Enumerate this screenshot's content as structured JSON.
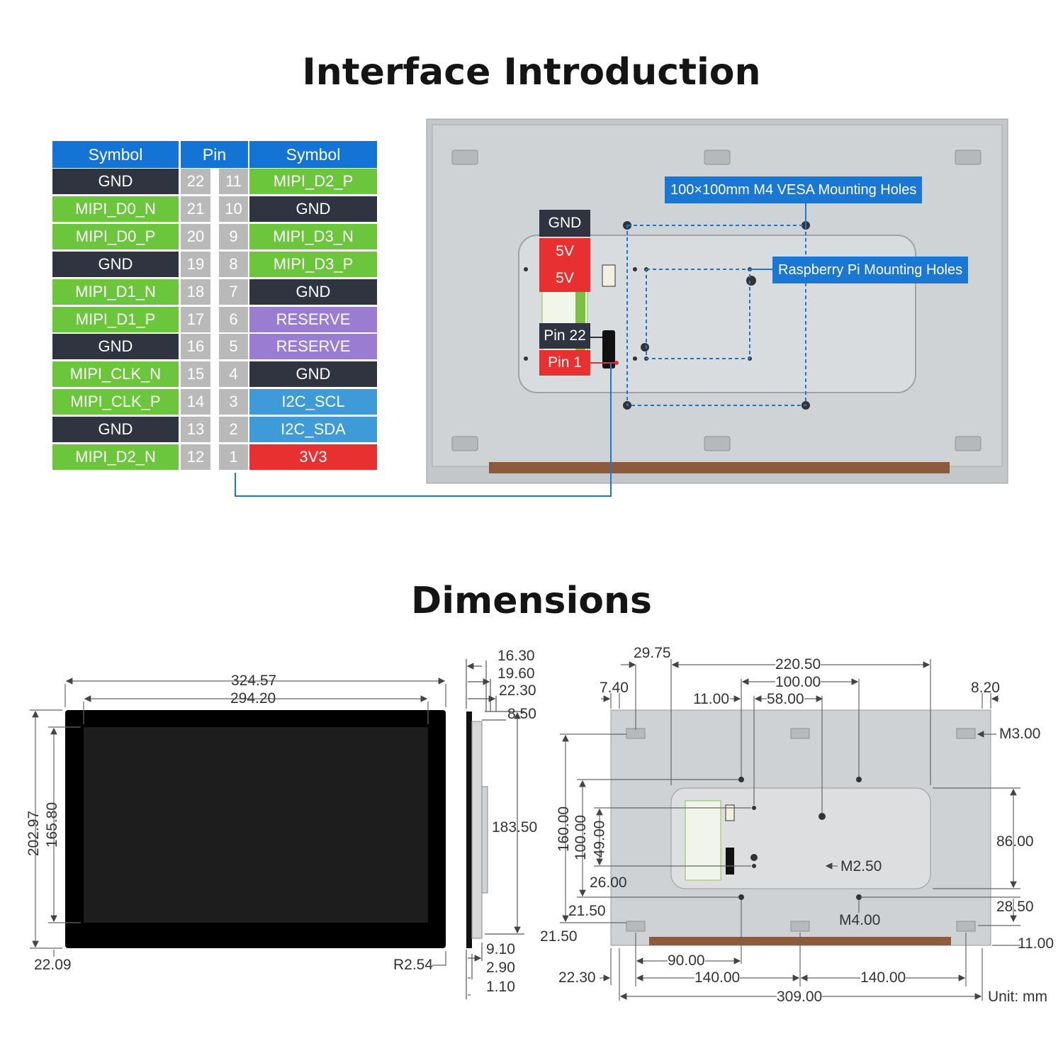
{
  "titles": {
    "interface": "Interface Introduction",
    "dimensions": "Dimensions"
  },
  "pin_table": {
    "headers": [
      "Symbol",
      "Pin",
      "Symbol"
    ],
    "rows": [
      {
        "left": "GND",
        "lpin": "22",
        "rpin": "11",
        "right": "MIPI_D2_P",
        "lc": "gnd",
        "rc": "mipi"
      },
      {
        "left": "MIPI_D0_N",
        "lpin": "21",
        "rpin": "10",
        "right": "GND",
        "lc": "mipi",
        "rc": "gnd"
      },
      {
        "left": "MIPI_D0_P",
        "lpin": "20",
        "rpin": "9",
        "right": "MIPI_D3_N",
        "lc": "mipi",
        "rc": "mipi"
      },
      {
        "left": "GND",
        "lpin": "19",
        "rpin": "8",
        "right": "MIPI_D3_P",
        "lc": "gnd",
        "rc": "mipi"
      },
      {
        "left": "MIPI_D1_N",
        "lpin": "18",
        "rpin": "7",
        "right": "GND",
        "lc": "mipi",
        "rc": "gnd"
      },
      {
        "left": "MIPI_D1_P",
        "lpin": "17",
        "rpin": "6",
        "right": "RESERVE",
        "lc": "mipi",
        "rc": "res"
      },
      {
        "left": "GND",
        "lpin": "16",
        "rpin": "5",
        "right": "RESERVE",
        "lc": "gnd",
        "rc": "res"
      },
      {
        "left": "MIPI_CLK_N",
        "lpin": "15",
        "rpin": "4",
        "right": "GND",
        "lc": "mipi",
        "rc": "gnd"
      },
      {
        "left": "MIPI_CLK_P",
        "lpin": "14",
        "rpin": "3",
        "right": "I2C_SCL",
        "lc": "mipi",
        "rc": "i2c"
      },
      {
        "left": "GND",
        "lpin": "13",
        "rpin": "2",
        "right": "I2C_SDA",
        "lc": "gnd",
        "rc": "i2c"
      },
      {
        "left": "MIPI_D2_N",
        "lpin": "12",
        "rpin": "1",
        "right": "3V3",
        "lc": "mipi",
        "rc": "3v3"
      }
    ]
  },
  "device_labels": {
    "power": [
      "GND",
      "5V",
      "5V"
    ],
    "pin22": "Pin 22",
    "pin1": "Pin 1",
    "vesa": "100×100mm M4 VESA Mounting Holes",
    "rpi": "Raspberry Pi Mounting Holes"
  },
  "colors": {
    "gnd": "#2f3440",
    "mipi": "#6cc63c",
    "reserve": "#9a7dd2",
    "i2c": "#3f9ad8",
    "v3v3": "#e7302f",
    "header": "#1474d6",
    "pin_gray": "#b9b9b9"
  },
  "dims_front": {
    "w_outer": "324.57",
    "w_inner": "294.20",
    "h_outer": "202.97",
    "h_inner": "165.80",
    "corner": "22.09",
    "radius": "R2.54"
  },
  "dims_side": {
    "t1": "16.30",
    "t2": "19.60",
    "t3": "22.30",
    "t4": "8.50",
    "height": "183.50",
    "b1": "9.10",
    "b2": "2.90",
    "b3": "1.10"
  },
  "dims_back": {
    "d29_75": "29.75",
    "d220_50": "220.50",
    "d100": "100.00",
    "d7_40": "7.40",
    "d11": "11.00",
    "d58": "58.00",
    "d8_20": "8.20",
    "m3": "M3.00",
    "v160": "160.00",
    "v100": "100.00",
    "v49": "49.00",
    "d86": "86.00",
    "m2_5": "M2.50",
    "d26": "26.00",
    "d21_50a": "21.50",
    "d28_50": "28.50",
    "m4": "M4.00",
    "d21_50b": "21.50",
    "d11b": "11.00",
    "d90": "90.00",
    "d22_30": "22.30",
    "d140a": "140.00",
    "d140b": "140.00",
    "d309": "309.00",
    "unit": "Unit: mm"
  }
}
